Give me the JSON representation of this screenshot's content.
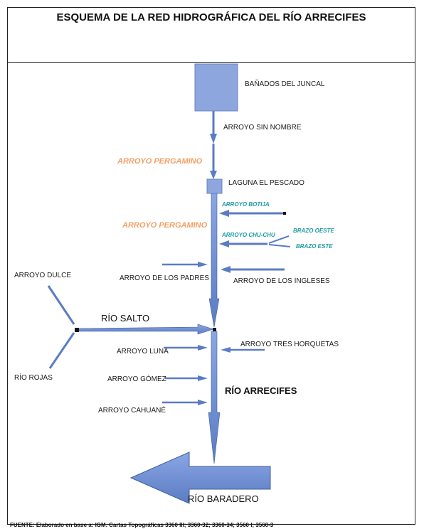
{
  "title": "ESQUEMA DE LA RED HIDROGRÁFICA DEL RÍO ARRECIFES",
  "nodes": {
    "banados": "BAÑADOS DEL JUNCAL",
    "laguna": "LAGUNA EL PESCADO"
  },
  "labels": {
    "sin_nombre": "ARROYO SIN NOMBRE",
    "pergamino_1": "ARROYO PERGAMINO",
    "pergamino_2": "ARROYO PERGAMINO",
    "botija": "ARROYO BOTIJA",
    "chu_chu": "ARROYO CHU-CHU",
    "brazo_oeste": "BRAZO OESTE",
    "brazo_este": "BRAZO ESTE",
    "padres": "ARROYO DE LOS PADRES",
    "ingleses": "ARROYO DE LOS INGLESES",
    "dulce": "ARROYO DULCE",
    "salto": "RÍO SALTO",
    "rojas": "RÍO ROJAS",
    "tres_horquetas": "ARROYO TRES HORQUETAS",
    "luna": "ARROYO LUNA",
    "gomez": "ARROYO GÓMEZ",
    "arrecifes": "RÍO ARRECIFES",
    "cahuane": "ARROYO CAHUANÉ",
    "baradero": "RÍO BARADERO"
  },
  "source": "FUENTE: Elaborado en base a: IGM. Cartas Topográficas 3360 III; 3360-32; 3360-34; 3560 I; 3560-3",
  "colors": {
    "river": "#6f8fd4",
    "river_stroke": "#3f5f9f",
    "node_fill": "#8ea6de",
    "label_orange": "#f3a066",
    "label_teal": "#1d9ca4"
  }
}
